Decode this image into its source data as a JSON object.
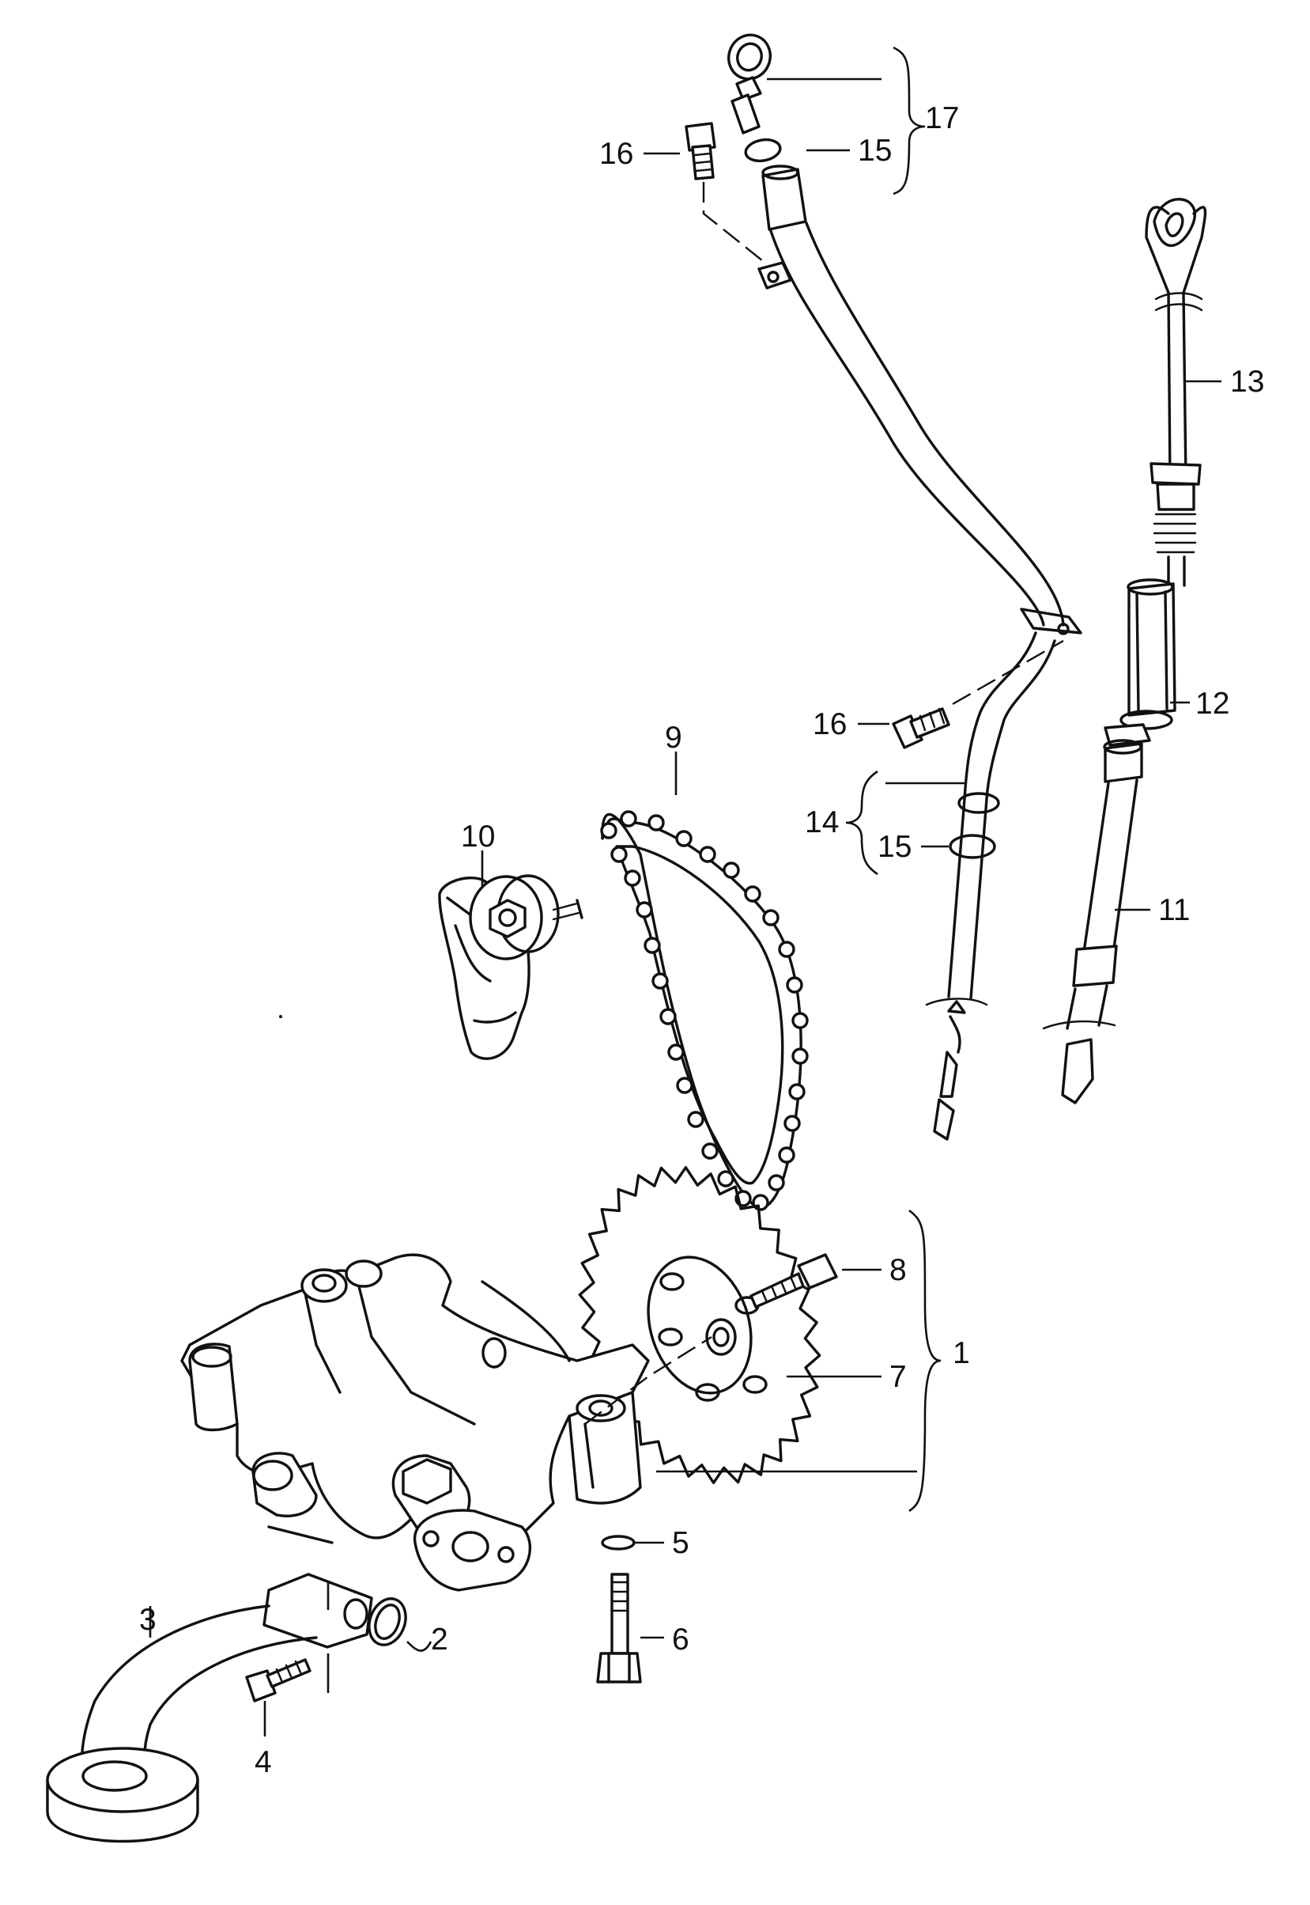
{
  "callouts": {
    "c1": "1",
    "c2": "2",
    "c3": "3",
    "c4": "4",
    "c5": "5",
    "c6": "6",
    "c7": "7",
    "c8": "8",
    "c9": "9",
    "c10": "10",
    "c11": "11",
    "c12": "12",
    "c13": "13",
    "c14": "14",
    "c15a": "15",
    "c15b": "15",
    "c16a": "16",
    "c16b": "16",
    "c17": "17"
  }
}
